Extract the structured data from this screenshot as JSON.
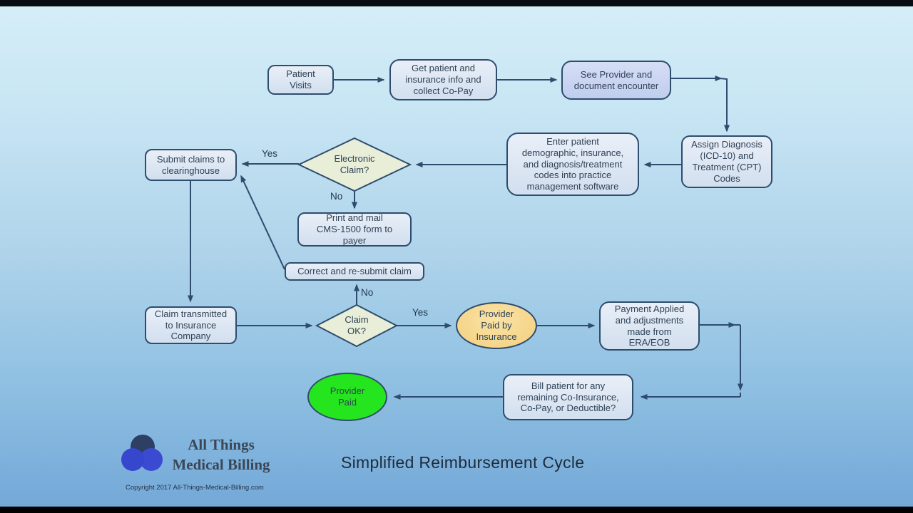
{
  "title": "Simplified Reimbursement Cycle",
  "brand": {
    "line1": "All Things",
    "line2": "Medical Billing",
    "copyright": "Copyright 2017 All-Things-Medical-Billing.com"
  },
  "nodes": {
    "patient_visits": {
      "label": "Patient\nVisits"
    },
    "get_info": {
      "label": "Get patient and\ninsurance info and\ncollect Co-Pay"
    },
    "see_provider": {
      "label": "See Provider and\ndocument encounter"
    },
    "assign_codes": {
      "label": "Assign Diagnosis\n(ICD-10) and\nTreatment (CPT)\nCodes"
    },
    "enter_codes": {
      "label": "Enter patient\ndemographic, insurance,\nand diagnosis/treatment\ncodes into practice\nmanagement software"
    },
    "electronic_claim": {
      "label": "Electronic\nClaim?"
    },
    "submit_claims": {
      "label": "Submit claims to\nclearinghouse"
    },
    "print_mail": {
      "label": "Print and mail\nCMS-1500 form to\npayer"
    },
    "correct_resubmit": {
      "label": "Correct and re-submit claim"
    },
    "claim_transmitted": {
      "label": "Claim transmitted\nto Insurance\nCompany"
    },
    "claim_ok": {
      "label": "Claim\nOK?"
    },
    "provider_paid_by_insurance": {
      "label": "Provider\nPaid by\nInsurance"
    },
    "payment_applied": {
      "label": "Payment Applied\nand adjustments\nmade from\nERA/EOB"
    },
    "bill_patient": {
      "label": "Bill patient for any\nremaining Co-Insurance,\nCo-Pay, or Deductible?"
    },
    "provider_paid": {
      "label": "Provider\nPaid"
    }
  },
  "edge_labels": {
    "electronic_yes": "Yes",
    "electronic_no": "No",
    "claim_ok_no": "No",
    "claim_ok_yes": "Yes"
  },
  "colors": {
    "line": "#2e4d6e",
    "node_fill": "#dbe6f3",
    "highlight_node_fill": "#c8d3f0",
    "decision_fill": "#e9eed8",
    "paid_by_insurance_fill": "#f7d98e",
    "provider_paid_fill": "#25e61e",
    "background_top": "#d6eef8",
    "background_bottom": "#72a7d7"
  }
}
